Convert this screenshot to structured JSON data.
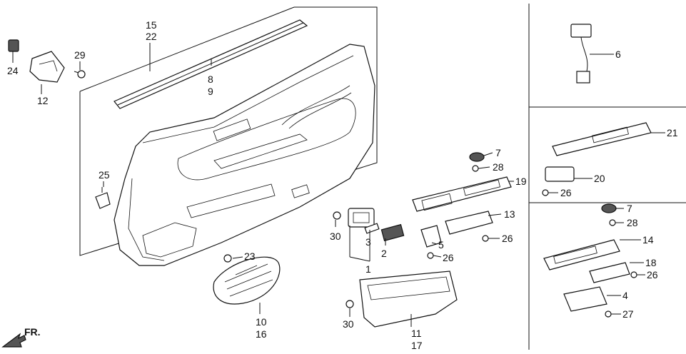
{
  "callouts": {
    "c1": "1",
    "c2": "2",
    "c3": "3",
    "c4": "4",
    "c5": "5",
    "c6": "6",
    "c7a": "7",
    "c7b": "7",
    "c8": "8",
    "c9": "9",
    "c10": "10",
    "c11": "11",
    "c12": "12",
    "c13": "13",
    "c14": "14",
    "c15": "15",
    "c16": "16",
    "c17": "17",
    "c18": "18",
    "c19": "19",
    "c20": "20",
    "c21": "21",
    "c22": "22",
    "c23": "23",
    "c24": "24",
    "c25": "25",
    "c26a": "26",
    "c26b": "26",
    "c26c": "26",
    "c26d": "26",
    "c27": "27",
    "c28a": "28",
    "c28b": "28",
    "c29": "29",
    "c30a": "30",
    "c30b": "30"
  },
  "direction": {
    "label": "FR."
  }
}
